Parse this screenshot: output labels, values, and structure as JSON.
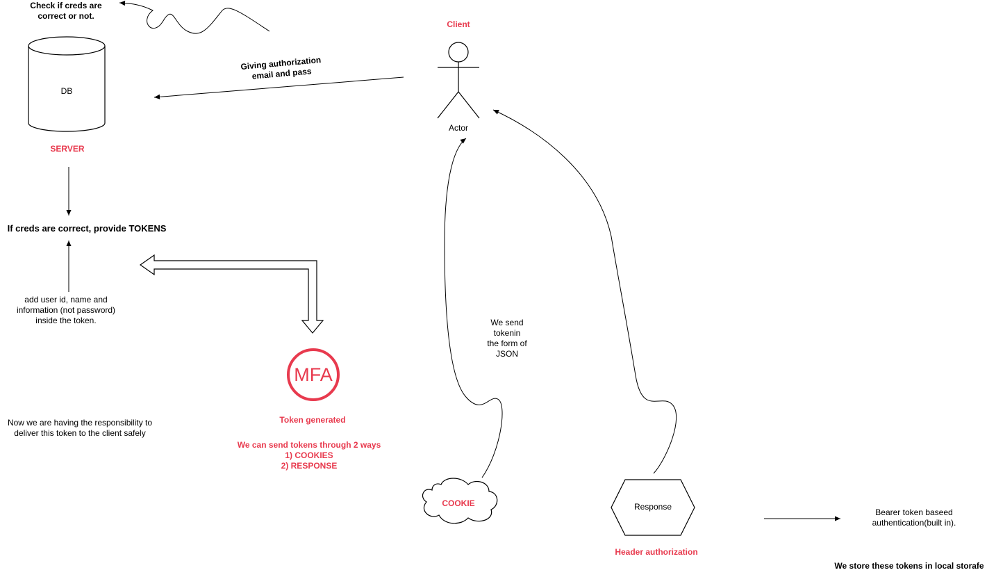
{
  "labels": {
    "check_creds": [
      "Check if creds are",
      "correct or not."
    ],
    "db": "DB",
    "server": "SERVER",
    "giving_auth": [
      "Giving authorization",
      "email and pass"
    ],
    "client": "Client",
    "actor": "Actor",
    "provide_tokens": "If creds are correct, provide TOKENS",
    "add_user": [
      "add user id, name and",
      "information (not password)",
      "inside the token."
    ],
    "mfa_logo": "MFA",
    "token_generated": "Token generated",
    "two_ways": [
      "We can send tokens through 2 ways",
      "1) COOKIES",
      "2) RESPONSE"
    ],
    "responsibility": [
      "Now we are having the responsibility to",
      "deliver this token to the client safely"
    ],
    "send_json": [
      "We send",
      "tokenin",
      "the form of",
      "JSON"
    ],
    "cookie": "COOKIE",
    "response": "Response",
    "header_auth": "Header authorization",
    "bearer": [
      "Bearer  token baseed",
      "authentication(built in)."
    ],
    "local_storage": "We store these tokens in local storafe"
  },
  "colors": {
    "accent_red": "#e83a4e",
    "stroke": "#000000"
  }
}
